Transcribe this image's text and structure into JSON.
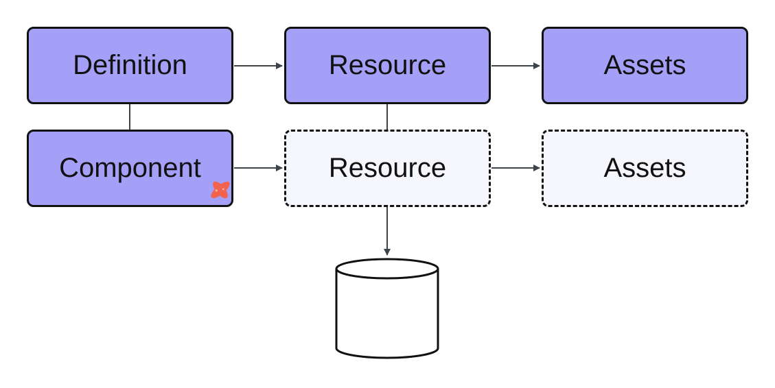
{
  "nodes": {
    "definition": "Definition",
    "resource_top": "Resource",
    "assets_top": "Assets",
    "component": "Component",
    "resource_bottom": "Resource",
    "assets_bottom": "Assets"
  },
  "colors": {
    "solid_fill": "#a5a0f7",
    "dashed_fill": "#f6f6fd",
    "border": "#111111",
    "connector": "#3d434b",
    "badge": "#f2634f"
  },
  "icons": {
    "component_badge": "dagster-logo-icon",
    "storage": "database-icon"
  }
}
